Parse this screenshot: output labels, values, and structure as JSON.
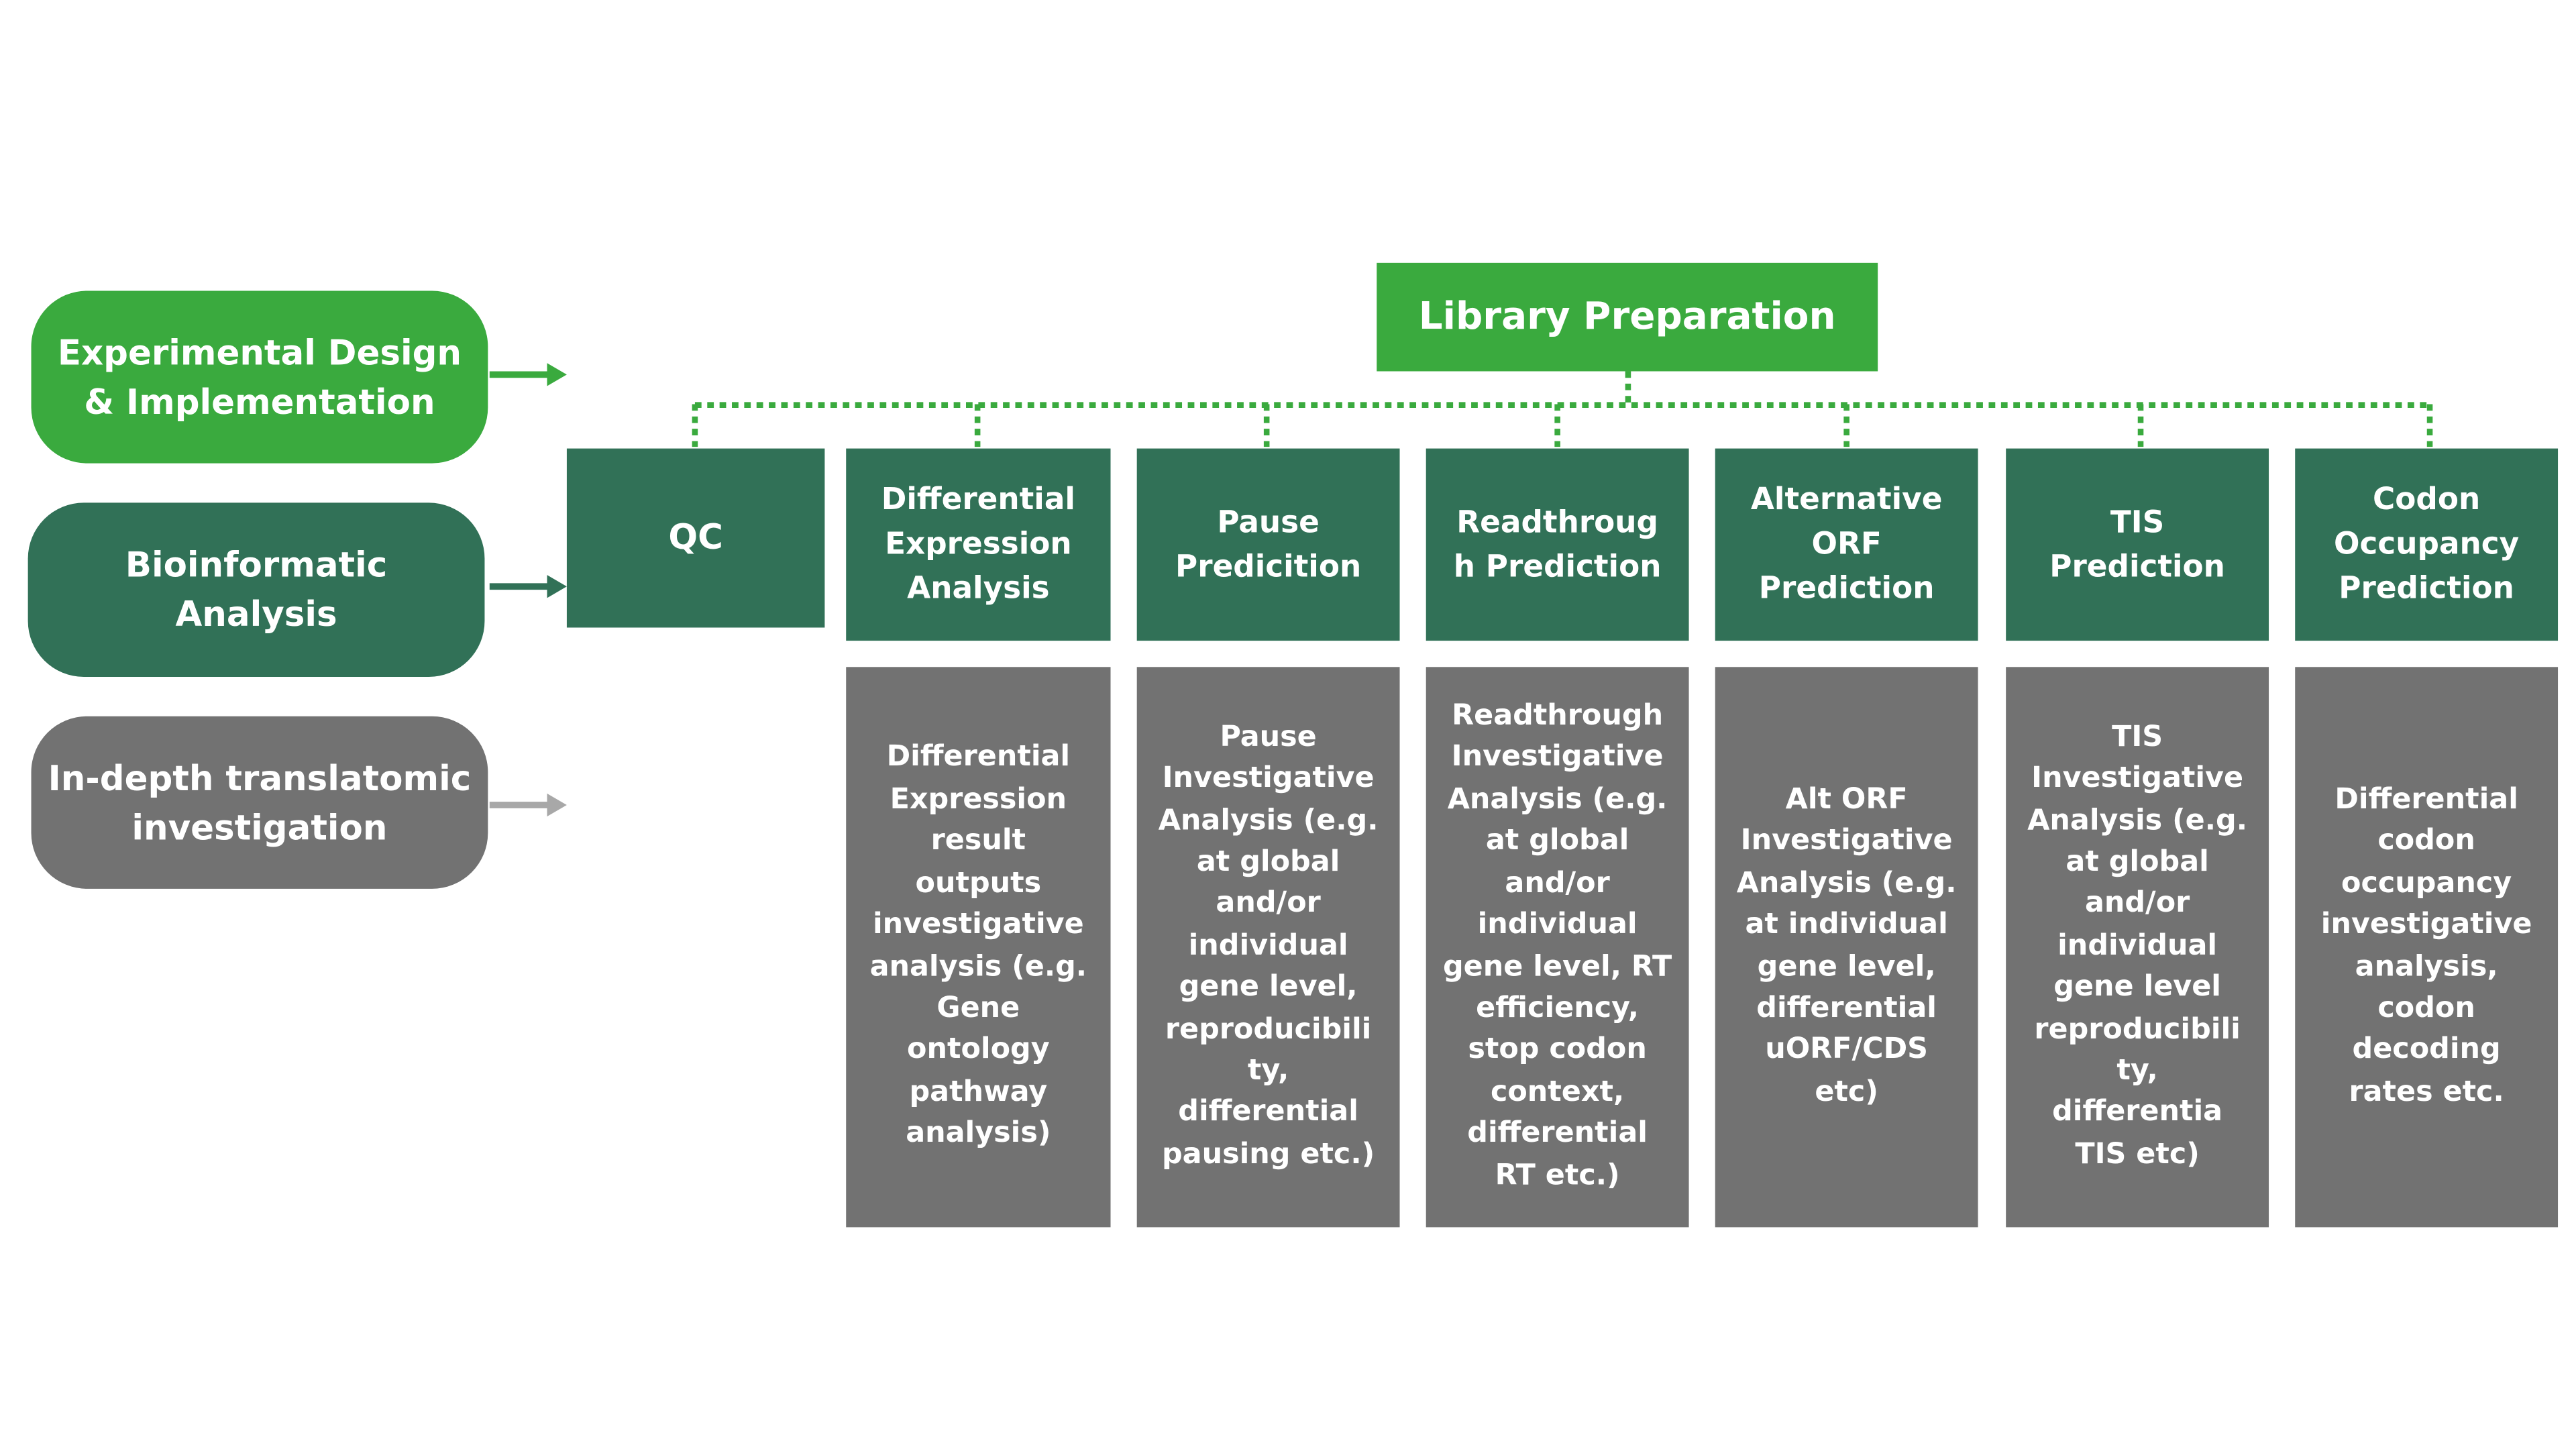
{
  "legend": {
    "experimental": "Experimental Design & Implementation",
    "bioinformatic": "Bioinformatic Analysis",
    "indepth": "In-depth translatomic investigation"
  },
  "colors": {
    "bright_green": "#3aaa3e",
    "dark_green": "#317157",
    "grey": "#727272"
  },
  "library_preparation": "Library Preparation",
  "qc": "QC",
  "analyses": [
    {
      "title": "Differential\nExpression\nAnalysis",
      "detail": "Differential\nExpression\nresult\noutputs\ninvestigative\nanalysis (e.g.\nGene\nontology\npathway\nanalysis)"
    },
    {
      "title": "Pause\nPredicition",
      "detail": "Pause\nInvestigative\nAnalysis (e.g.\nat global\nand/or\nindividual\ngene level,\nreproducibili\nty,\ndifferential\npausing etc.)"
    },
    {
      "title": "Readthroug\nh Prediction",
      "detail": "Readthrough\nInvestigative\nAnalysis (e.g.\nat global\nand/or\nindividual\ngene level, RT\nefficiency,\nstop codon\ncontext,\ndifferential\nRT etc.)"
    },
    {
      "title": "Alternative\nORF\nPrediction",
      "detail": "Alt ORF\nInvestigative\nAnalysis (e.g.\nat individual\ngene level,\ndifferential\nuORF/CDS\netc)"
    },
    {
      "title": "TIS\nPrediction",
      "detail": "TIS\nInvestigative\nAnalysis (e.g.\nat global\nand/or\nindividual\ngene level\nreproducibili\nty,\ndifferentia\nTIS etc)"
    },
    {
      "title": "Codon\nOccupancy\nPrediction",
      "detail": "Differential\ncodon\noccupancy\ninvestigative\nanalysis,\ncodon\ndecoding\nrates etc."
    }
  ]
}
